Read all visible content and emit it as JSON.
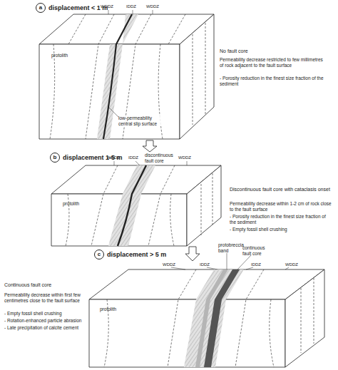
{
  "diagram": {
    "nodes": [
      {
        "text": [
          "a"
        ]
      },
      {
        "text": [
          "b"
        ]
      },
      {
        "text": [
          "c"
        ]
      }
    ],
    "labels": [
      "displacement < 1 m",
      "WDDZ",
      "IDDZ",
      "WDDZ",
      "protolith",
      "No fault core",
      "Permeability decrease restricted to few millimetres of rock adjacent to the fault surface",
      "- Porosity reduction in the finest size fraction of the sediment",
      "low-permeability central slip surface",
      "displacement 1-5 m",
      "WDDZ",
      "IDDZ",
      "WDDZ",
      "discontinuous fault core",
      "protolith",
      "Discontinuous fault core with cataclasis onset",
      "Permeability decrease within 1-2 cm of rock close to the fault surface",
      "- Porosity reduction in the finest size fraction of the sediment",
      "- Empty fossil shell crushing",
      "displacement > 5 m",
      "protobreccia band",
      "continuous fault core",
      "WDDZ",
      "IDDZ",
      "IDDZ",
      "WDDZ",
      "Continuous fault core",
      "Permeability decrease within first few centimetres close to the fault surface",
      "- Empty fossil shell crushing",
      "- Rotation-enhanced particle abrasion",
      "- Late precipitation of calcite cement",
      "protolith"
    ]
  }
}
